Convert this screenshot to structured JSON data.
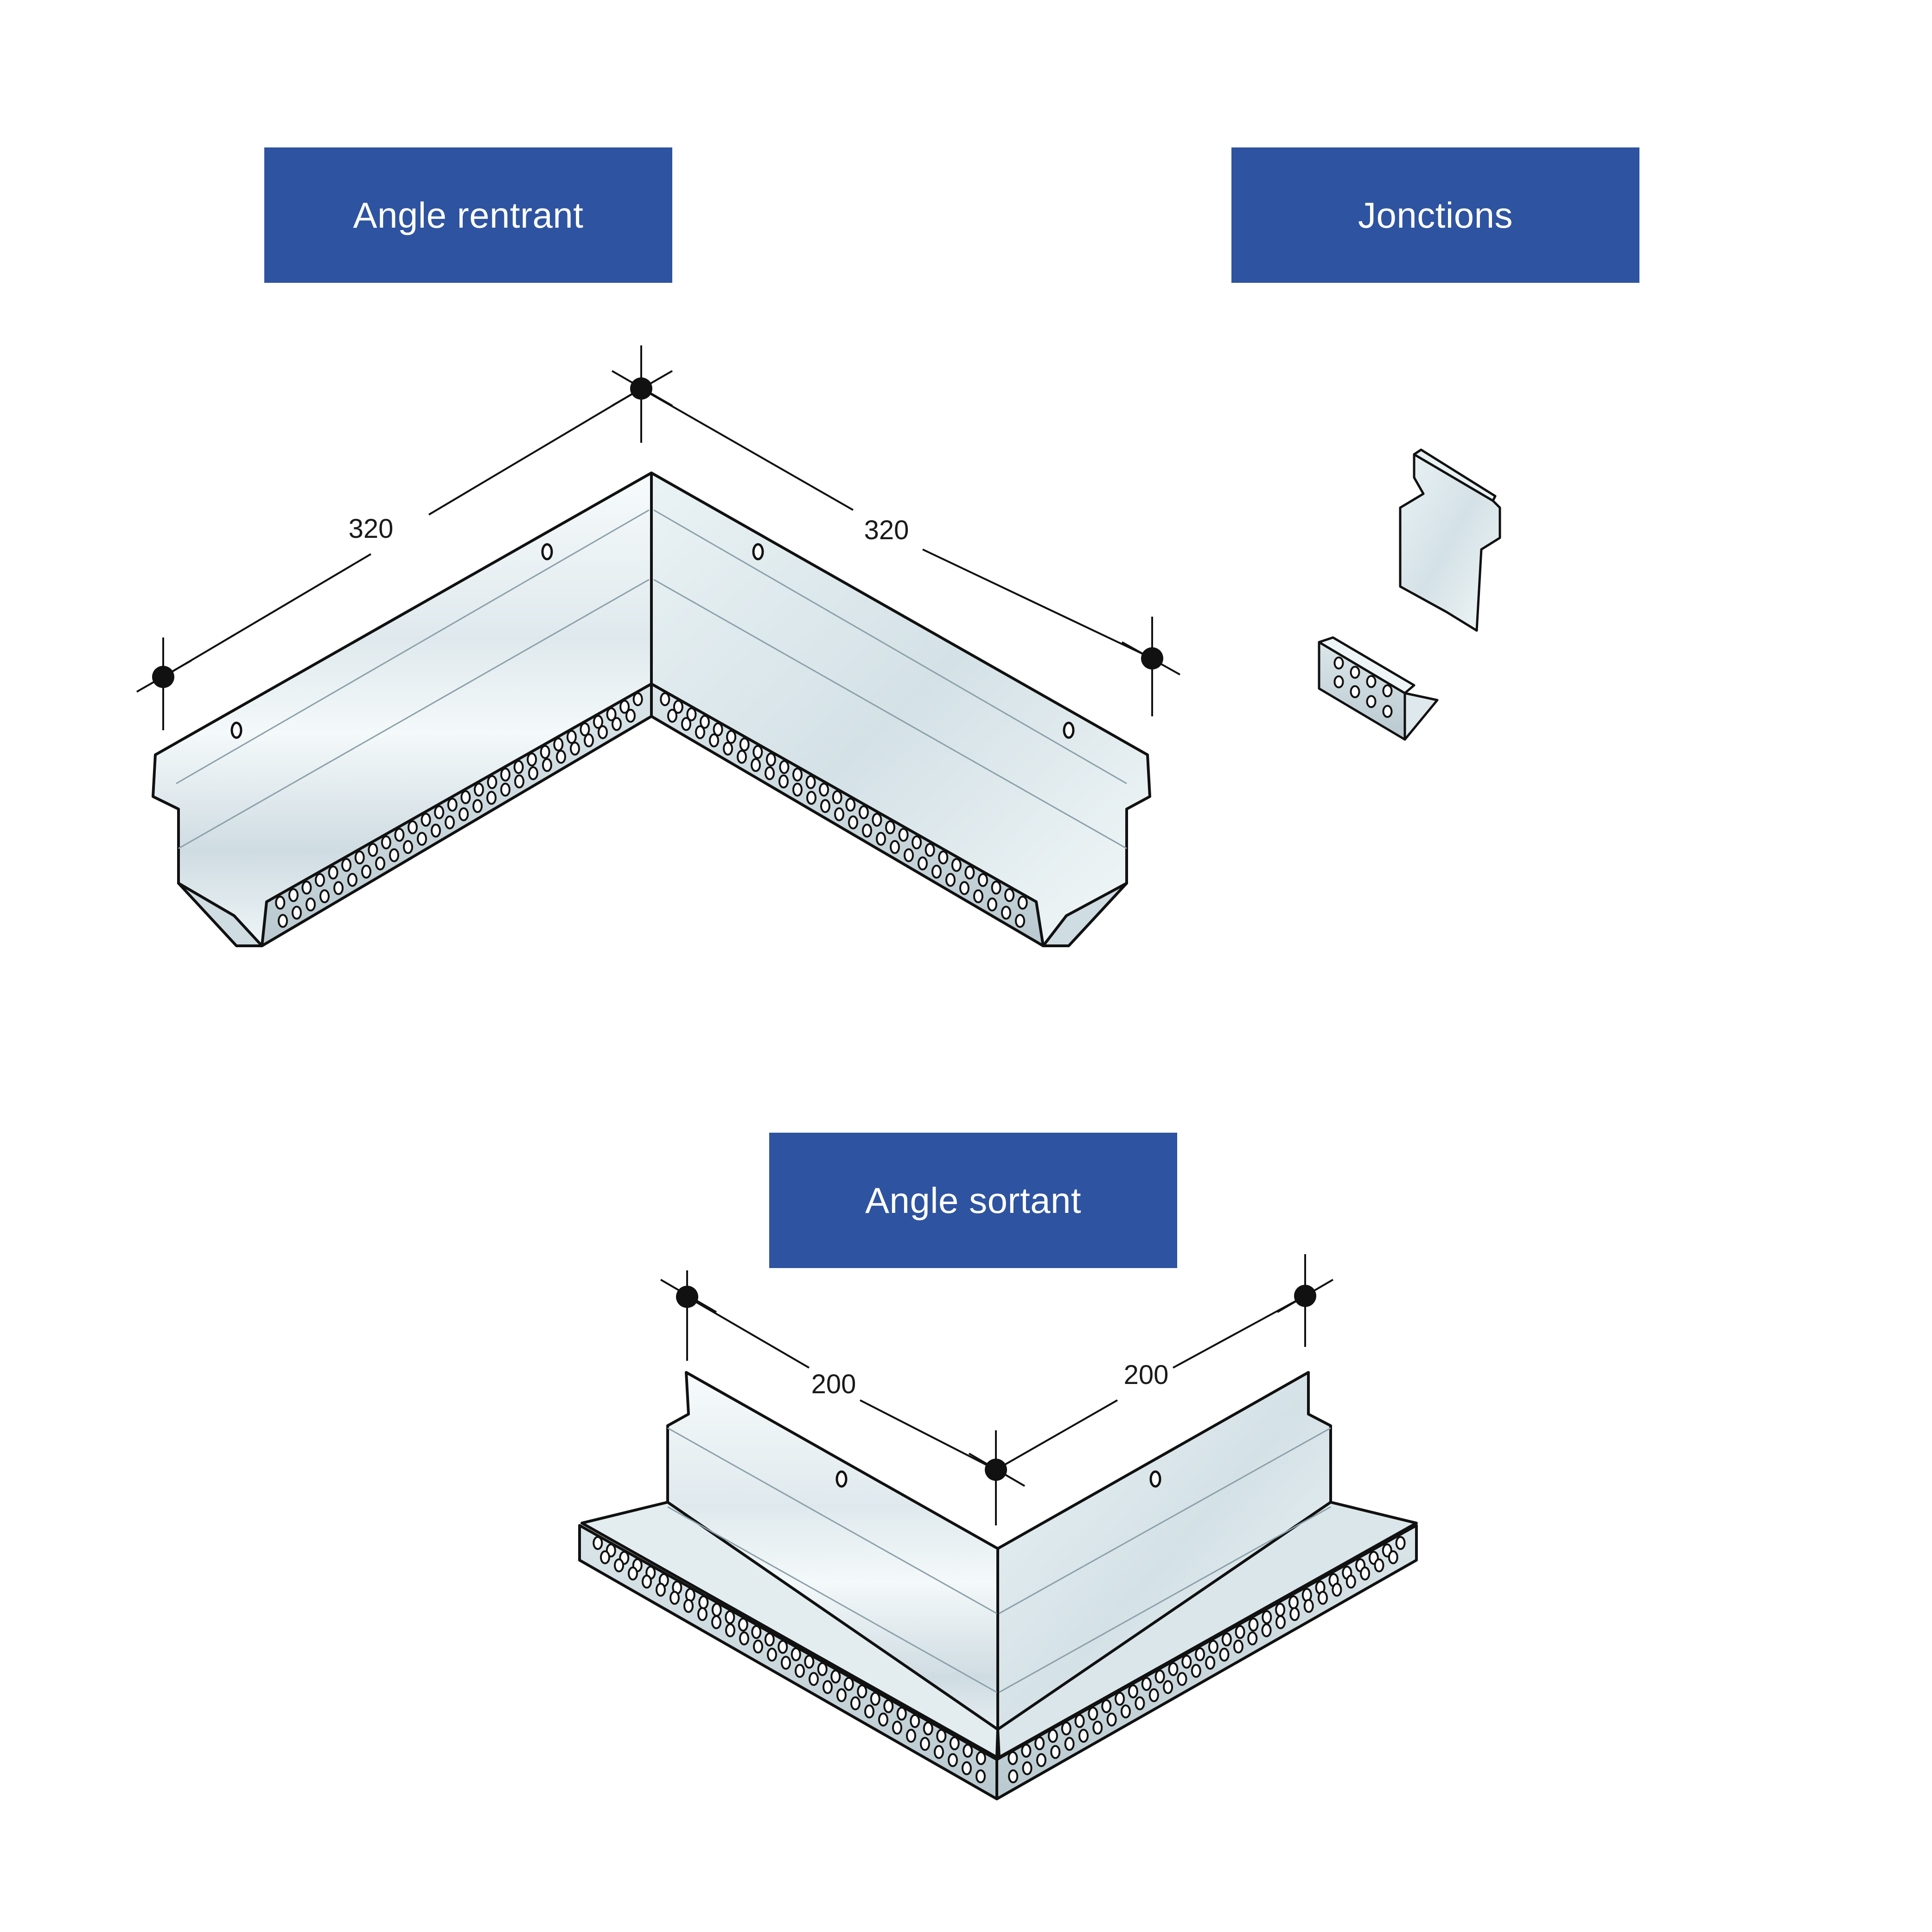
{
  "badges": {
    "angle_rentrant": "Angle rentrant",
    "jonctions": "Jonctions",
    "angle_sortant": "Angle sortant"
  },
  "dimensions": {
    "rentrant_left": "320",
    "rentrant_right": "320",
    "sortant_left": "200",
    "sortant_right": "200"
  },
  "colors": {
    "badge_background": "#2e53a0",
    "badge_text": "#ffffff",
    "metal_light": "#eef5f7",
    "metal_shade": "#c9d7dd",
    "outline": "#111111"
  }
}
